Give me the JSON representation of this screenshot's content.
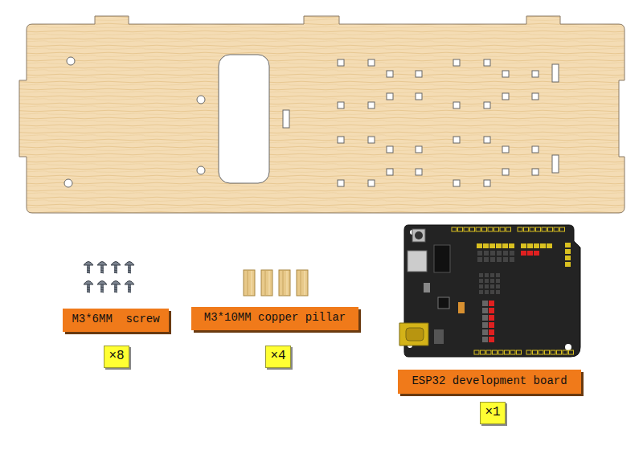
{
  "diagram": {
    "nodes": [
      {
        "text": [
          "M3*6MM  screw"
        ]
      },
      {
        "text": [
          "×8"
        ]
      },
      {
        "text": [
          "M3*10MM copper pillar"
        ]
      },
      {
        "text": [
          "×4"
        ]
      },
      {
        "text": [
          "ESP32 development board"
        ]
      },
      {
        "text": [
          "×1"
        ]
      }
    ],
    "edges": []
  }
}
